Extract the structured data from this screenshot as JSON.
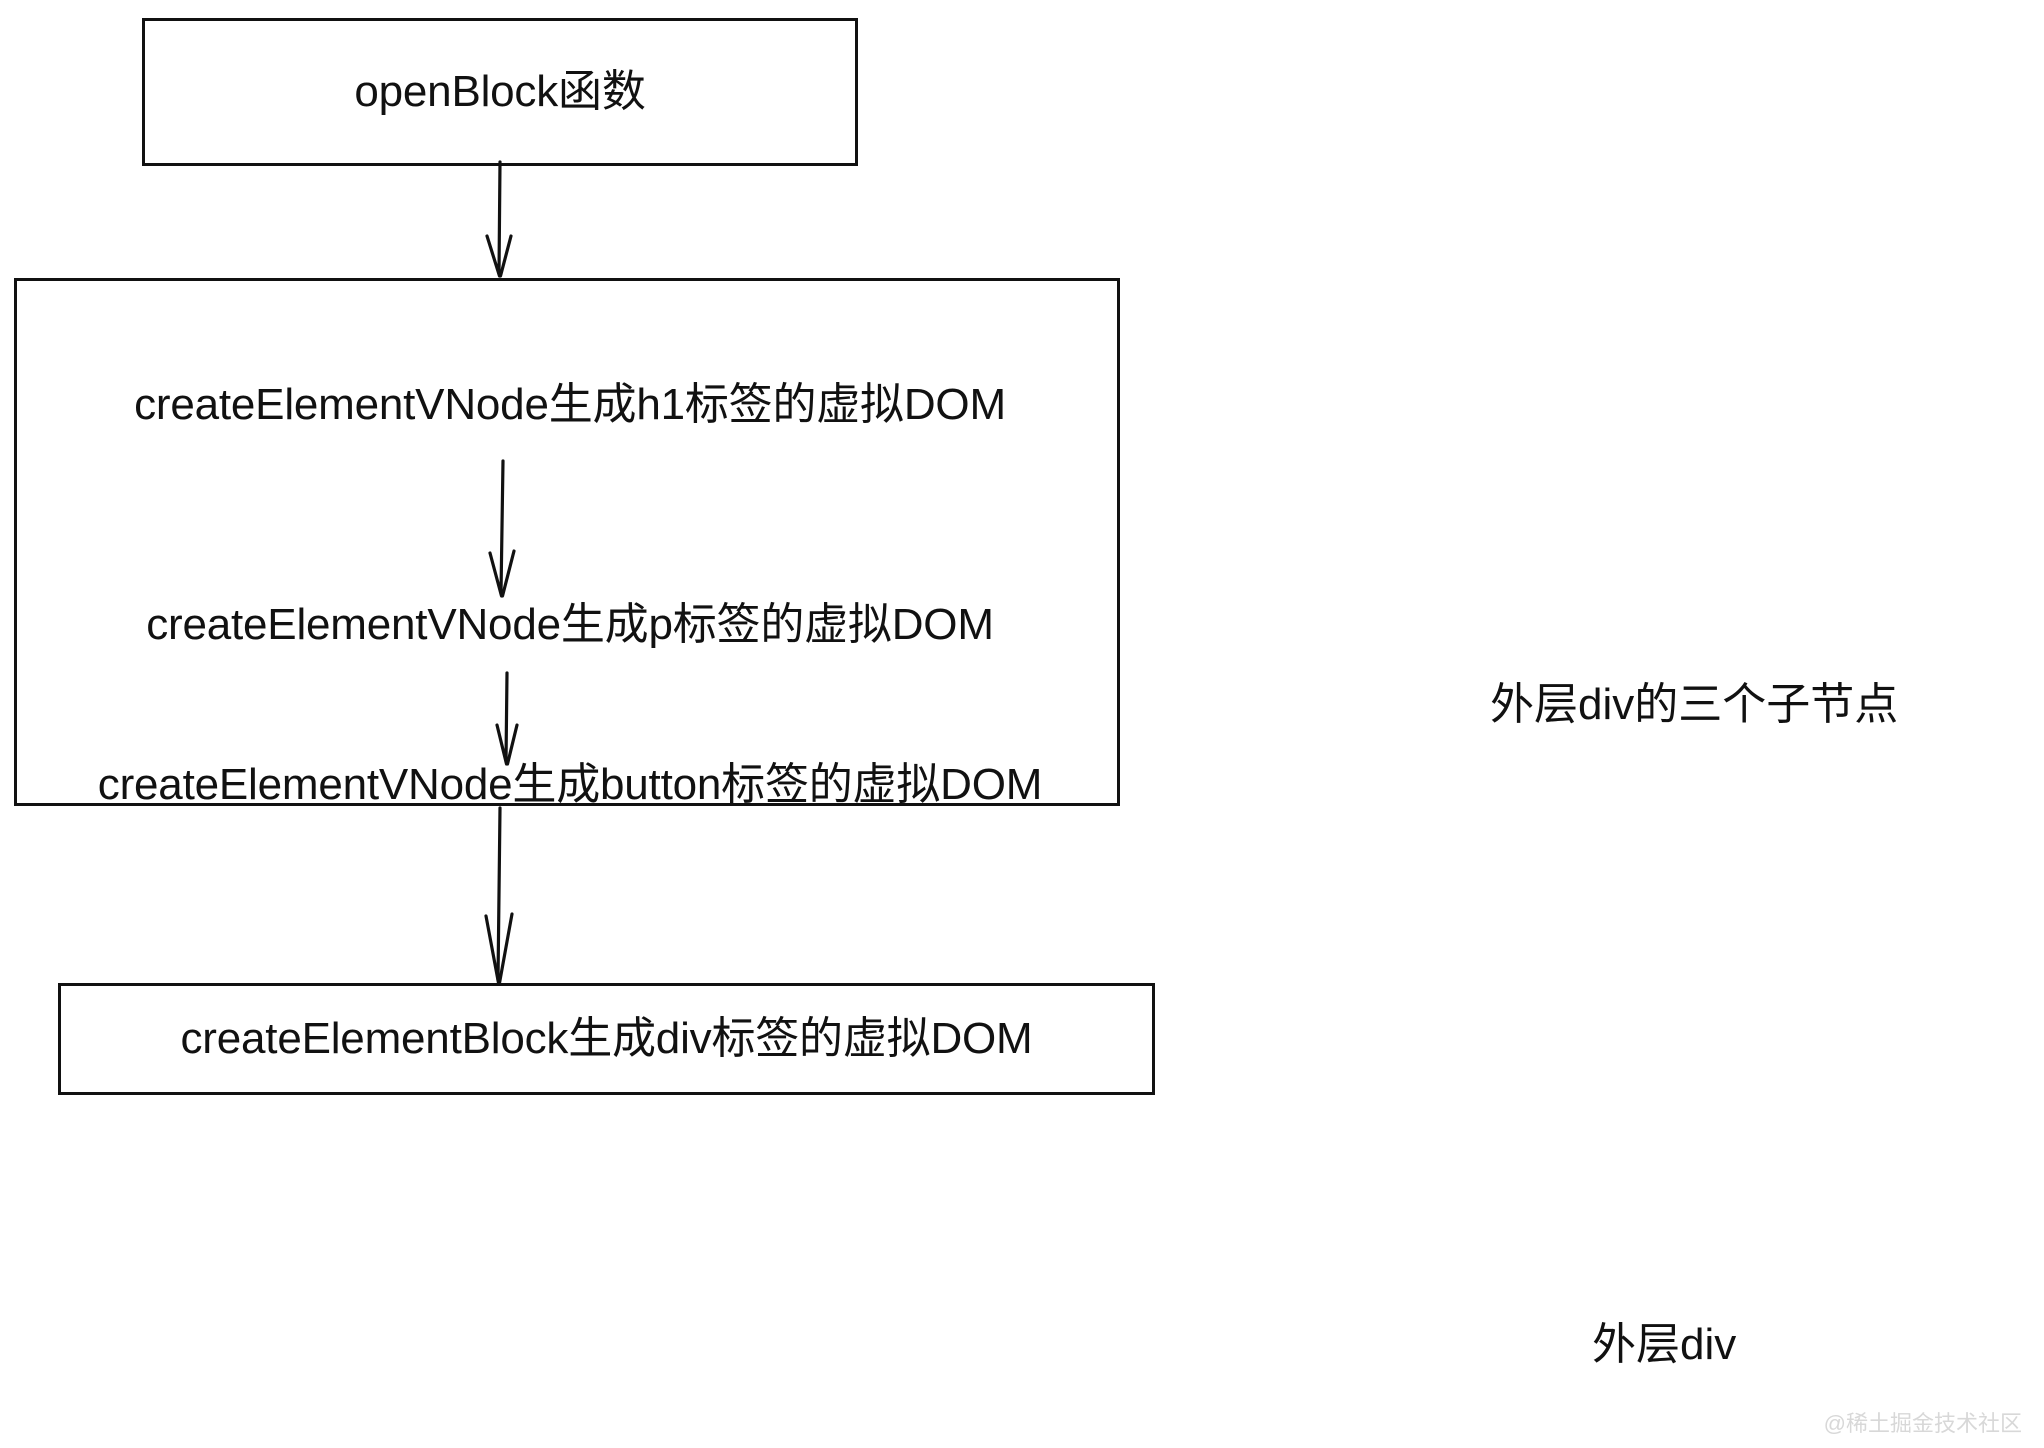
{
  "diagram": {
    "title_node": {
      "label": "openBlock函数"
    },
    "children_group": {
      "rows": [
        {
          "label": "createElementVNode生成h1标签的虚拟DOM"
        },
        {
          "label": "createElementVNode生成p标签的虚拟DOM"
        },
        {
          "label": "createElementVNode生成button标签的虚拟DOM"
        }
      ],
      "annotation": "外层div的三个子节点"
    },
    "block_node": {
      "label": "createElementBlock生成div标签的虚拟DOM",
      "annotation": "外层div"
    },
    "arrows": [
      {
        "name": "arrow-open-block-to-children"
      },
      {
        "name": "arrow-h1-to-p"
      },
      {
        "name": "arrow-p-to-button"
      },
      {
        "name": "arrow-children-to-block"
      }
    ],
    "colors": {
      "stroke": "#111111",
      "background": "#ffffff",
      "watermark": "#d8d8d8"
    }
  },
  "watermark": {
    "text": "@稀土掘金技术社区"
  }
}
